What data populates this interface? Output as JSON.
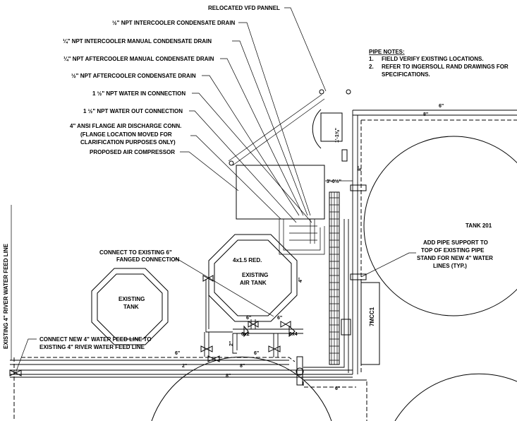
{
  "callouts": {
    "vfd": "RELOCATED VFD PANNEL",
    "intercooler_drain": "½\" NPT INTERCOOLER CONDENSATE DRAIN",
    "intercooler_manual": "¼\" NPT INTERCOOLER MANUAL CONDENSATE DRAIN",
    "aftercooler_manual": "¼\" NPT AFTERCOOLER MANUAL CONDENSATE DRAIN",
    "aftercooler_drain": "½\" NPT AFTERCOOLER CONDENSATE DRAIN",
    "water_in": "1 ½\" NPT WATER IN CONNECTION",
    "water_out": "1 ½\" NPT WATER OUT CONNECTION",
    "flange_line1": "4\" ANSI FLANGE AIR DISCHARGE CONN.",
    "flange_line2": "(FLANGE LOCATION MOVED FOR",
    "flange_line3": "CLARIFICATION PURPOSES ONLY)",
    "compressor": "PROPOSED AIR COMPRESSOR",
    "connect_6_line1": "CONNECT TO EXISTING 6\"",
    "connect_6_line2": "FANGED CONNECTION",
    "connect_4_line1": "CONNECT NEW 4\" WATER FEED LINE TO",
    "connect_4_line2": "EXISTING 4\" RIVER WATER FEED LINE",
    "support_line1": "ADD PIPE SUPPORT TO",
    "support_line2": "TOP OF EXISTING PIPE",
    "support_line3": "STAND FOR NEW 4\" WATER",
    "support_line4": "LINES (TYP.)"
  },
  "notes": {
    "heading": "PIPE NOTES:",
    "items": [
      {
        "num": "1.",
        "text": "FIELD VERIFY EXISTING LOCATIONS."
      },
      {
        "num": "2.",
        "text": "REFER TO INGERSOLL RAND DRAWINGS FOR"
      }
    ],
    "item2_cont": "SPECIFICATIONS."
  },
  "equipment": {
    "tank201": "TANK 201",
    "existing_tank_1": "EXISTING",
    "existing_tank_2": "TANK",
    "air_tank_1": "EXISTING",
    "air_tank_2": "AIR TANK",
    "reducer": "4x1.5 RED.",
    "mcc": "7MCC1",
    "feed_line": "EXISTING 4\" RIVER WATER FEED LINE"
  },
  "dimensions": {
    "d_1ft": "1'-1⅝\"",
    "d_3ft": "3'-0½\"",
    "d_6in_top": "6\"",
    "d_8in_top": "8\"",
    "d_8in_vert": "8\"",
    "d_4in_vert": "4\"",
    "d_6x2": "6x2",
    "d_6x4": "6x4",
    "d_6_a": "6\"",
    "d_6_b": "6\"",
    "d_6_c": "6\"",
    "d_6_d": "6\"",
    "d_2_a": "2\"",
    "d_2_b": "2\"",
    "d_8_a": "8\"",
    "d_8_b": "8\"",
    "d_6_bottom": "6\""
  }
}
